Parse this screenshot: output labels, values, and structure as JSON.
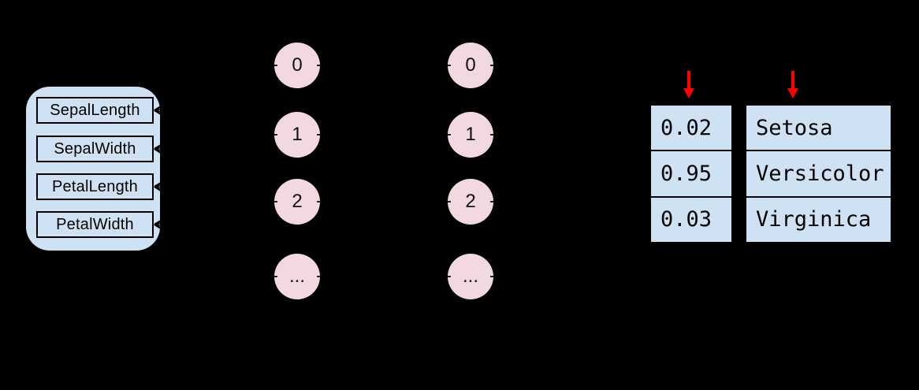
{
  "colors": {
    "background": "#000000",
    "panel_blue": "#cfe2f3",
    "node_pink": "#f2d8e2",
    "arrow_red": "#ff0000",
    "line_black": "#000000"
  },
  "input_panel": {
    "features": [
      "SepalLength",
      "SepalWidth",
      "PetalLength",
      "PetalWidth"
    ]
  },
  "hidden_layer_1": {
    "nodes": [
      "0",
      "1",
      "2",
      "..."
    ]
  },
  "hidden_layer_2": {
    "nodes": [
      "0",
      "1",
      "2",
      "..."
    ]
  },
  "output": {
    "probabilities": [
      "0.02",
      "0.95",
      "0.03"
    ],
    "classes": [
      "Setosa",
      "Versicolor",
      "Virginica"
    ]
  }
}
